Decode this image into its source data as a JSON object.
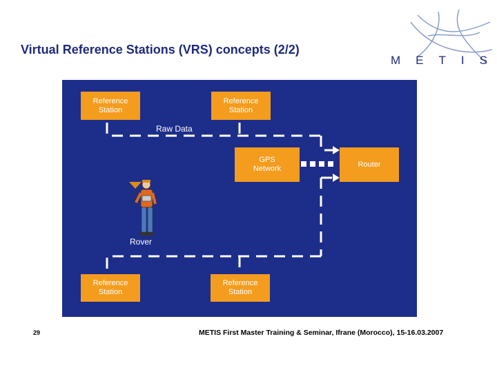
{
  "slide": {
    "title": "Virtual Reference Stations (VRS) concepts (2/2)",
    "logo_text": "METIS",
    "page_number": "29",
    "footer": "METIS First Master Training & Seminar, Ifrane (Morocco), 15-16.03.2007"
  },
  "diagram": {
    "stations": {
      "top_left": "Reference\nStation",
      "top_right": "Reference\nStation",
      "bottom_left": "Reference\nStation",
      "bottom_right": "Reference\nStation"
    },
    "raw_data_label": "Raw Data",
    "gps_network": "GPS\nNetwork",
    "router": "Router",
    "rover_label": "Rover"
  },
  "colors": {
    "panel": "#1d2d8a",
    "box": "#f39c1e",
    "title": "#1f2a7a"
  }
}
